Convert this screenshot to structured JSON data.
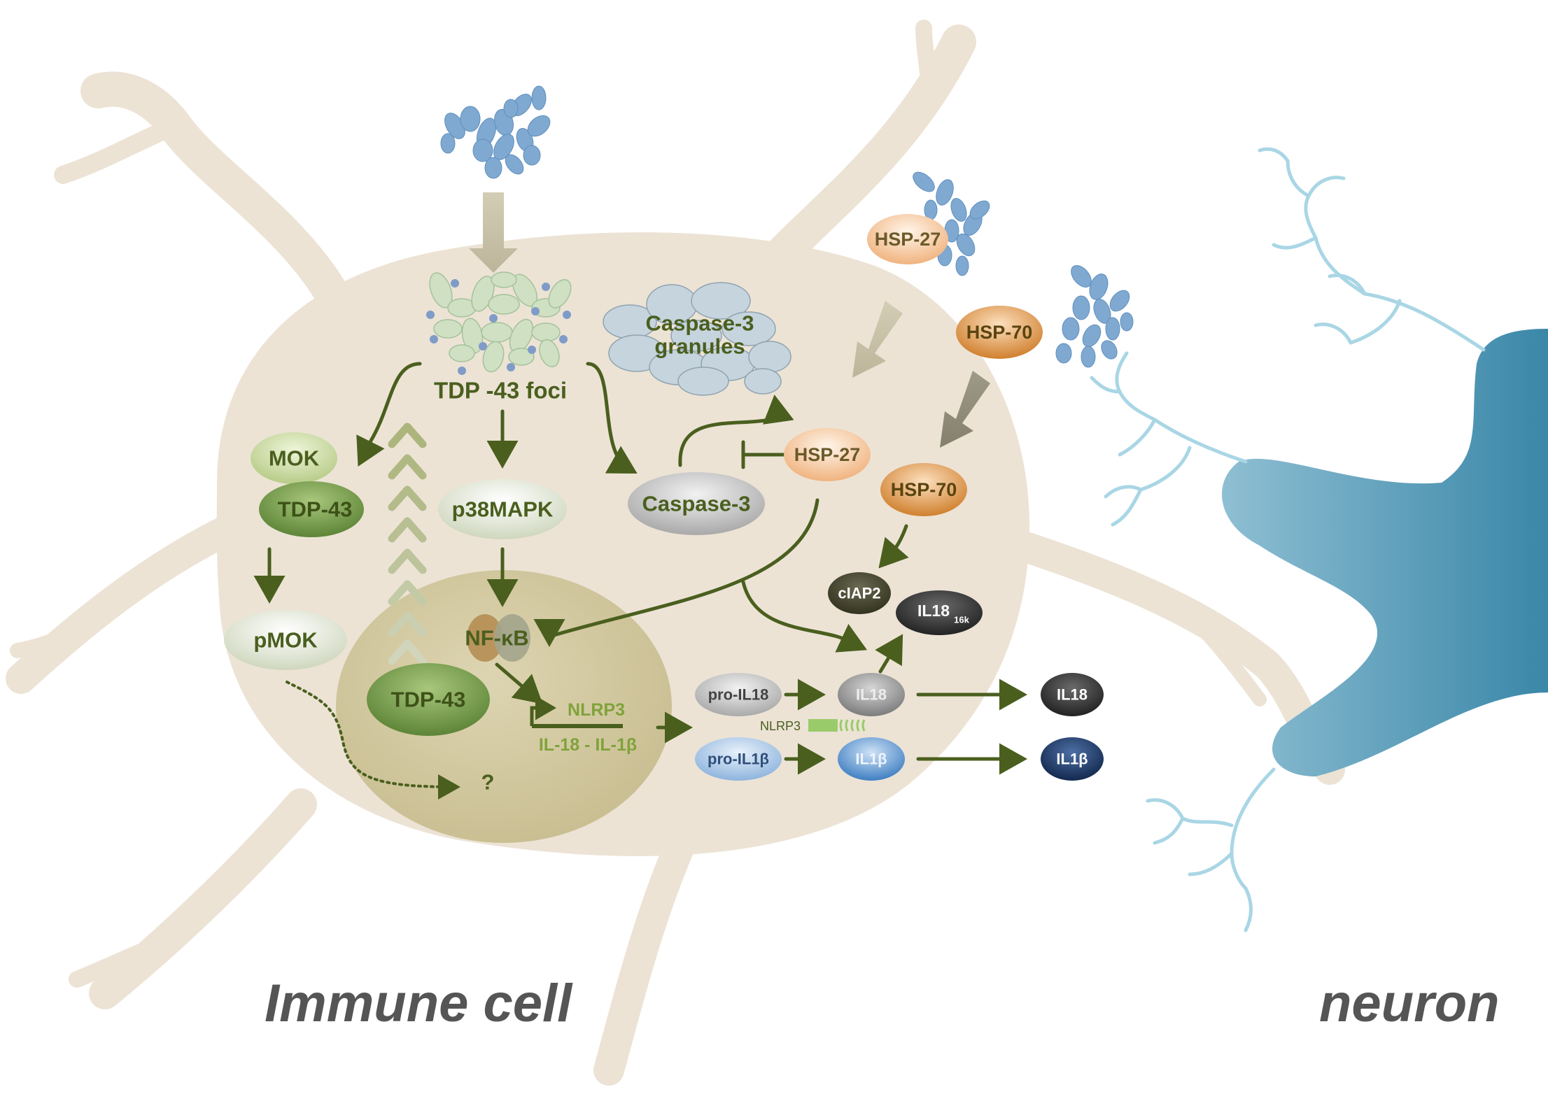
{
  "cell_labels": {
    "immune_cell": "Immune cell",
    "neuron": "neuron"
  },
  "nodes": {
    "tdp43_foci": "TDP -43 foci",
    "caspase3_granules_line1": "Caspase-3",
    "caspase3_granules_line2": "granules",
    "mok": "MOK",
    "tdp43_cyto": "TDP-43",
    "p38mapk": "p38MAPK",
    "caspase3": "Caspase-3",
    "hsp27_inner": "HSP-27",
    "hsp27_outer": "HSP-27",
    "hsp70_outer": "HSP-70",
    "hsp70_inner": "HSP-70",
    "pmok": "pMOK",
    "nfkb": "NF-κB",
    "tdp43_nuclear": "TDP-43",
    "nlrp3_gene": "NLRP3",
    "il18_il1b_genes": "IL-18 - IL-1β",
    "question": "?",
    "ciap2": "cIAP2",
    "il18_16k": "IL18",
    "il18_16k_sub": "16k",
    "pro_il18": "pro-IL18",
    "il18_mid": "IL18",
    "il18_out": "IL18",
    "nlrp3_inflammasome": "NLRP3",
    "pro_il1b": "pro-IL1β",
    "il1b_mid": "IL1β",
    "il1b_out": "IL1β"
  },
  "colors": {
    "cell_body": "#ece3d5",
    "nucleus": "#d8cfa9",
    "arrow": "#4a5f1e",
    "green_label": "#7fa33a",
    "aggregate_blue": "#7fa9d1",
    "neuron_blue": "#4e93b0",
    "dendrite_blue": "#a9d6e5",
    "big_label": "#555555"
  }
}
